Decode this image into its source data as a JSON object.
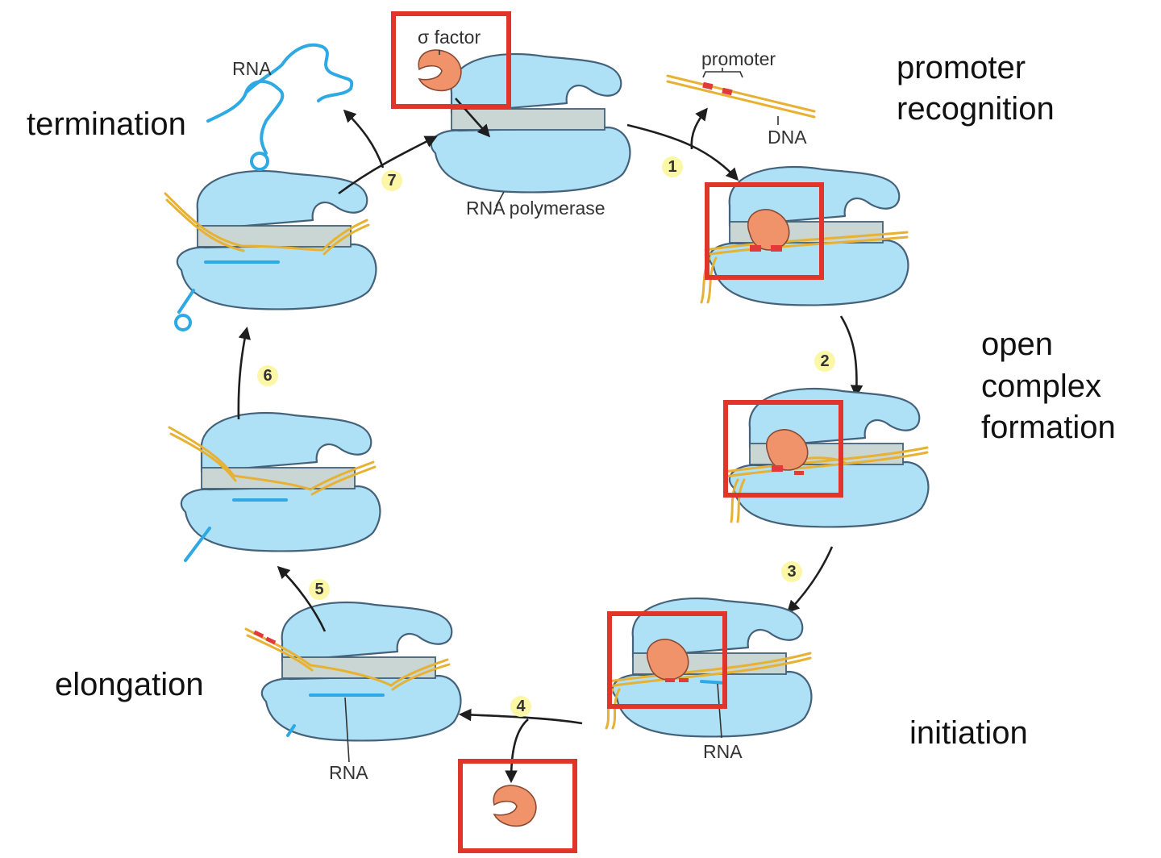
{
  "stages": {
    "promoter_recognition": [
      "promoter",
      "recognition"
    ],
    "open_complex_formation": [
      "open",
      "complex",
      "formation"
    ],
    "initiation": "initiation",
    "elongation": "elongation",
    "termination": "termination"
  },
  "components": {
    "sigma_factor": "σ factor",
    "promoter": "promoter",
    "dna": "DNA",
    "rna_polymerase": "RNA polymerase",
    "rna_top_left": "RNA",
    "rna_initiation": "RNA",
    "rna_elongation": "RNA"
  },
  "steps": [
    "1",
    "2",
    "3",
    "4",
    "5",
    "6",
    "7"
  ],
  "colors": {
    "polymerase": "#aee0f6",
    "sigma": "#f0936a",
    "dna": "#e7b234",
    "rna": "#2fa9e4",
    "promoter_site": "#e23a3a",
    "highlight_box": "#e1352a",
    "step_badge": "#fbf7a6"
  }
}
